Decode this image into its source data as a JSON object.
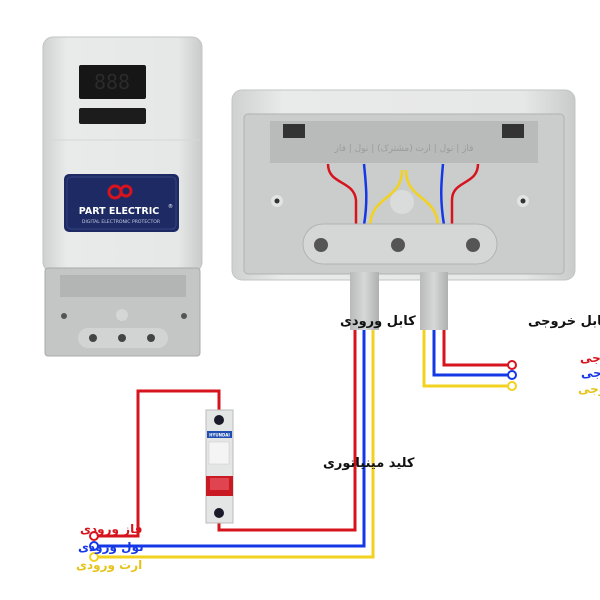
{
  "device": {
    "display_digits": "888",
    "brand": "PART ELECTRIC",
    "brand_mark": "®",
    "tagline": "DIGITAL ELECTRONIC PROTECTOR",
    "logo": "pe",
    "terminal_strip_label": "فاز | نول | ارت (مشترک) | نول | فاز"
  },
  "labels": {
    "input_cable": "کابل ورودی",
    "output_cable": "کابل خروجی",
    "breaker": "کلید مینیاتوری",
    "breaker_brand": "HYUNDAI"
  },
  "inputs": [
    {
      "label": "فاز ورودی",
      "color": "#d7141e"
    },
    {
      "label": "نول ورودی",
      "color": "#1438e6"
    },
    {
      "label": "ارت ورودی",
      "color": "#f2d21e"
    }
  ],
  "outputs": [
    {
      "label": "فاز خروجی",
      "color": "#d7141e"
    },
    {
      "label": "نول خروجی",
      "color": "#1438e6"
    },
    {
      "label": "ارت خروجی",
      "color": "#f2d21e"
    }
  ]
}
